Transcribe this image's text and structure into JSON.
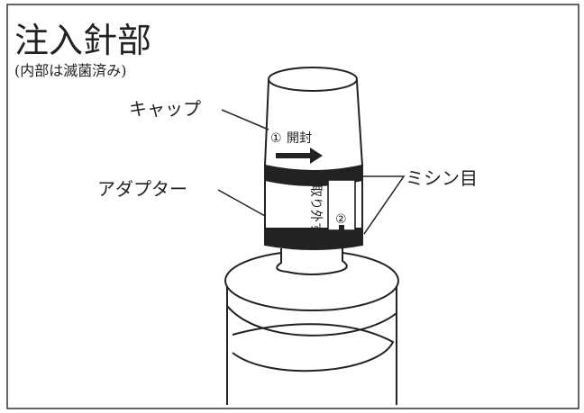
{
  "title": "注入針部",
  "subtitle": "(内部は滅菌済み)",
  "labels": {
    "cap": "キャップ",
    "adapter": "アダプター",
    "perforation": "ミシン目"
  },
  "steps": {
    "open_number": "①",
    "open": "開封",
    "remove_number": "②",
    "remove": "取り外す"
  },
  "colors": {
    "line": "#222222",
    "background": "#ffffff"
  }
}
